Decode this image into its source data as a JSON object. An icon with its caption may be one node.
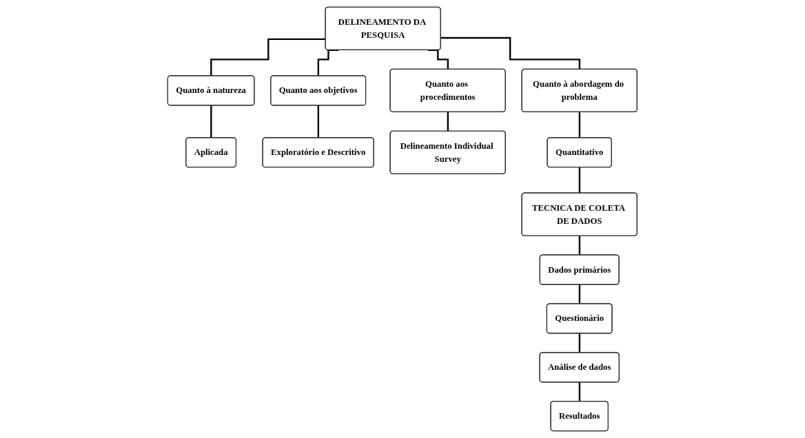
{
  "diagram": {
    "nodes": [
      {
        "text": [
          "DELINEAMENTO DA PESQUISA"
        ]
      },
      {
        "text": [
          "Quanto à natureza"
        ]
      },
      {
        "text": [
          "Quanto aos objetivos"
        ]
      },
      {
        "text": [
          "Quanto aos procedimentos"
        ]
      },
      {
        "text": [
          "Quanto à abordagem do problema"
        ]
      },
      {
        "text": [
          "Aplicada"
        ]
      },
      {
        "text": [
          "Exploratório e Descritivo"
        ]
      },
      {
        "text": [
          "Delineamento Individual Survey"
        ]
      },
      {
        "text": [
          "Quantitativo"
        ]
      },
      {
        "text": [
          "TECNICA DE COLETA DE DADOS"
        ]
      },
      {
        "text": [
          "Dados primários"
        ]
      },
      {
        "text": [
          "Questionário"
        ]
      },
      {
        "text": [
          "Análise de dados"
        ]
      },
      {
        "text": [
          "Resultados"
        ]
      }
    ],
    "edges": [
      {
        "from": 0,
        "to": 1,
        "arrow": "none"
      },
      {
        "from": 0,
        "to": 2,
        "arrow": "none"
      },
      {
        "from": 0,
        "to": 3,
        "arrow": "none"
      },
      {
        "from": 0,
        "to": 4,
        "arrow": "none"
      },
      {
        "from": 1,
        "to": 5,
        "arrow": "none"
      },
      {
        "from": 2,
        "to": 6,
        "arrow": "none"
      },
      {
        "from": 3,
        "to": 7,
        "arrow": "none"
      },
      {
        "from": 4,
        "to": 8,
        "arrow": "none"
      },
      {
        "from": 8,
        "to": 9,
        "arrow": "none"
      },
      {
        "from": 9,
        "to": 10,
        "arrow": "none"
      },
      {
        "from": 10,
        "to": 11,
        "arrow": "none"
      },
      {
        "from": 11,
        "to": 12,
        "arrow": "none"
      },
      {
        "from": 12,
        "to": 13,
        "arrow": "none"
      }
    ]
  }
}
